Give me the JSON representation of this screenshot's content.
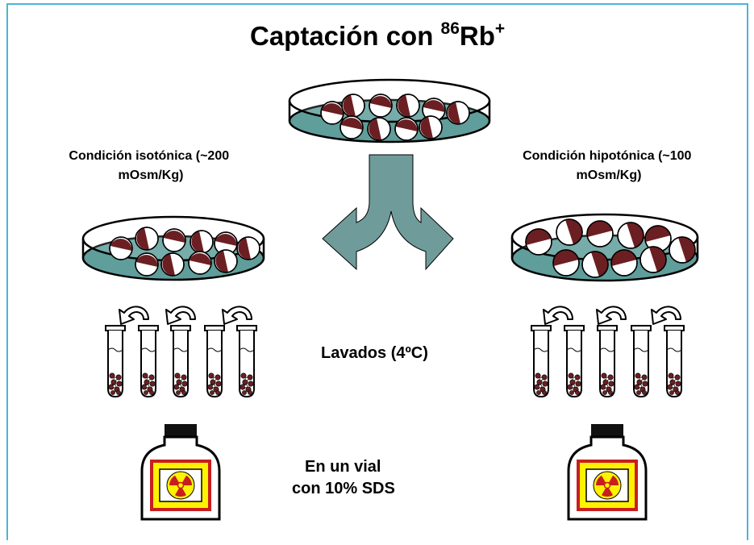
{
  "title": {
    "main": "Captación con ",
    "isotope": "86",
    "element": "Rb",
    "charge": "+"
  },
  "left_condition": {
    "line1": "Condición isotónica (~200",
    "line2": "mOsm/Kg)"
  },
  "right_condition": {
    "line1": "Condición hipotónica (~100",
    "line2": "mOsm/Kg)"
  },
  "washes_label": "Lavados (4ºC)",
  "vial_label": {
    "line1": "En un vial",
    "line2": "con 10% SDS"
  },
  "colors": {
    "frame": "#4fb3d9",
    "medium": "#5f9e9a",
    "arrow": "#6f9c9a",
    "cell_dark": "#6b1f22",
    "label_yellow": "#fff200",
    "label_red": "#c81e1e"
  },
  "icons": [
    "petri-dish-icon",
    "split-arrow-icon",
    "curved-arrow-icon",
    "test-tube-icon",
    "radioactive-vial-icon",
    "radiation-trefoil-icon"
  ]
}
